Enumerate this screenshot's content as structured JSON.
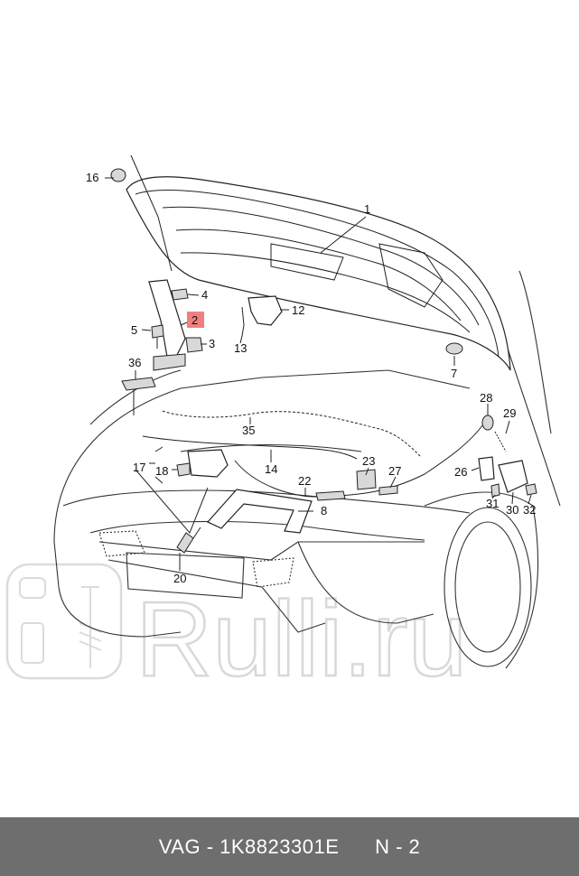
{
  "diagram": {
    "callouts": [
      {
        "id": "c1",
        "text": "1"
      },
      {
        "id": "c2",
        "text": "2",
        "highlighted": true
      },
      {
        "id": "c3",
        "text": "3"
      },
      {
        "id": "c4",
        "text": "4"
      },
      {
        "id": "c5",
        "text": "5"
      },
      {
        "id": "c7",
        "text": "7"
      },
      {
        "id": "c8",
        "text": "8"
      },
      {
        "id": "c12",
        "text": "12"
      },
      {
        "id": "c13",
        "text": "13"
      },
      {
        "id": "c14",
        "text": "14"
      },
      {
        "id": "c16",
        "text": "16"
      },
      {
        "id": "c17",
        "text": "17"
      },
      {
        "id": "c18",
        "text": "18"
      },
      {
        "id": "c20",
        "text": "20"
      },
      {
        "id": "c22",
        "text": "22"
      },
      {
        "id": "c23",
        "text": "23"
      },
      {
        "id": "c26",
        "text": "26"
      },
      {
        "id": "c27",
        "text": "27"
      },
      {
        "id": "c28",
        "text": "28"
      },
      {
        "id": "c29",
        "text": "29"
      },
      {
        "id": "c30",
        "text": "30"
      },
      {
        "id": "c31",
        "text": "31"
      },
      {
        "id": "c32",
        "text": "32"
      },
      {
        "id": "c35",
        "text": "35"
      },
      {
        "id": "c36",
        "text": "36"
      }
    ],
    "highlight_color": "#f08080"
  },
  "watermark": {
    "text": "Rulli.ru"
  },
  "footer": {
    "brand": "VAG",
    "part_number": "1K8823301E",
    "position": "N - 2",
    "sep": " - "
  }
}
